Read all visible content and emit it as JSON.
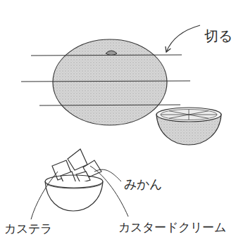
{
  "diagram": {
    "labels": [
      "切る",
      "みかん",
      "カステラ",
      "カスタードクリーム"
    ]
  }
}
